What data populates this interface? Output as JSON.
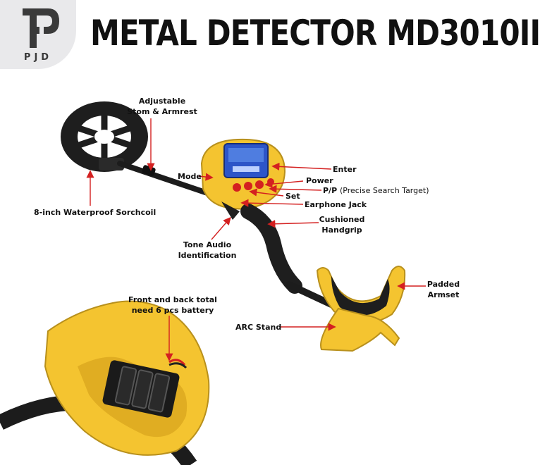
{
  "brand": {
    "logo_text": "PJD"
  },
  "title": "METAL DETECTOR MD3010II",
  "labels": {
    "adjustable_1": "Adjustable",
    "adjustable_2": "Stom & Armrest",
    "mode": "Mode",
    "enter": "Enter",
    "power": "Power",
    "pp": "P/P",
    "pp_note": "(Precise Search Target)",
    "set": "Set",
    "earphone": "Earphone Jack",
    "cushioned_1": "Cushioned",
    "cushioned_2": "Handgrip",
    "coil": "8-inch Waterproof Sorchcoil",
    "tone_1": "Tone Audio",
    "tone_2": "Identification",
    "padded_1": "Padded",
    "padded_2": "Armset",
    "battery_1": "Front and back total",
    "battery_2": "need 6 pcs battery",
    "arc": "ARC Stand"
  },
  "colors": {
    "body_yellow": "#f4c430",
    "shaft_black": "#1c1c1c",
    "arrow_red": "#d42020",
    "screen_blue": "#2d55c8"
  }
}
